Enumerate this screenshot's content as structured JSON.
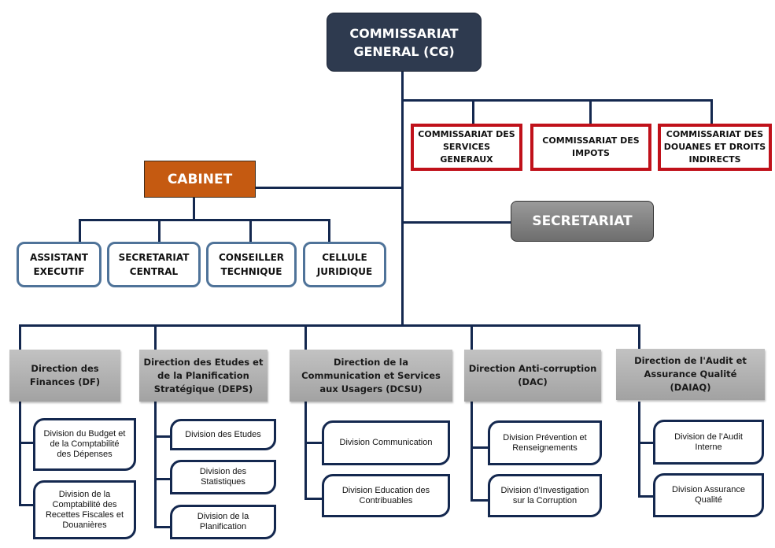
{
  "chart": {
    "top": {
      "label": "COMMISSARIAT\nGENERAL (CG)"
    },
    "commissariats": [
      {
        "label": "COMMISSARIAT DES\nSERVICES\nGENERAUX"
      },
      {
        "label": "COMMISSARIAT DES\nIMPOTS"
      },
      {
        "label": "COMMISSARIAT DES\nDOUANES ET DROITS\nINDIRECTS"
      }
    ],
    "cabinet": {
      "label": "CABINET",
      "children": [
        {
          "label": "ASSISTANT\nEXECUTIF"
        },
        {
          "label": "SECRETARIAT\nCENTRAL"
        },
        {
          "label": "CONSEILLER\nTECHNIQUE"
        },
        {
          "label": "CELLULE\nJURIDIQUE"
        }
      ]
    },
    "secretariat": {
      "label": "SECRETARIAT"
    },
    "directions": [
      {
        "label": "Direction des\nFinances (DF)",
        "divisions": [
          {
            "label": "Division du Budget et\nde la Comptabilité\ndes Dépenses"
          },
          {
            "label": "Division de la\nComptabilité des\nRecettes Fiscales et\nDouanières"
          }
        ]
      },
      {
        "label": "Direction des Etudes et\nde la Planification\nStratégique (DEPS)",
        "divisions": [
          {
            "label": "Division des Etudes"
          },
          {
            "label": "Division des\nStatistiques"
          },
          {
            "label": "Division de la\nPlanification"
          }
        ]
      },
      {
        "label": "Direction de la\nCommunication et Services\naux Usagers (DCSU)",
        "divisions": [
          {
            "label": "Division Communication"
          },
          {
            "label": "Division Education des\nContribuables"
          }
        ]
      },
      {
        "label": "Direction Anti-corruption\n(DAC)",
        "divisions": [
          {
            "label": "Division Prévention et\nRenseignements"
          },
          {
            "label": "Division d’Investigation\nsur la Corruption"
          }
        ]
      },
      {
        "label": "Direction de l'Audit et\nAssurance Qualité\n(DAIAQ)",
        "divisions": [
          {
            "label": "Division de l’Audit\nInterne"
          },
          {
            "label": "Division Assurance\nQualité"
          }
        ]
      }
    ]
  },
  "colors": {
    "connector": "#14284f",
    "cg_fill": "#2e3a4f",
    "commissariat_border": "#c0111a",
    "cabinet_fill": "#c55a11",
    "secretariat_fill": "#808080",
    "cabinet_child_border": "#4f7399",
    "direction_fill": "#b3b3b3",
    "division_border": "#14284f"
  }
}
